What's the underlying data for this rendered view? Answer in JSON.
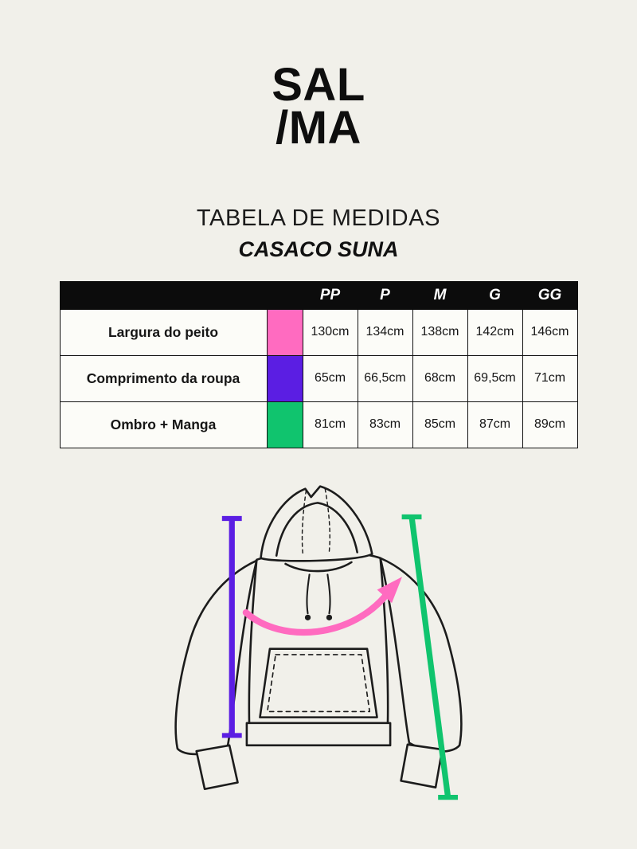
{
  "page": {
    "background": "#F1F0EA"
  },
  "logo": {
    "line1": "SAL",
    "line2": "/MA"
  },
  "chart_data": {
    "type": "table",
    "title": "TABELA DE MEDIDAS",
    "subtitle": "CASACO SUNA",
    "columns": [
      "PP",
      "P",
      "M",
      "G",
      "GG"
    ],
    "rows": [
      {
        "label": "Largura do peito",
        "swatch_color": "#FF6BC0",
        "values": [
          "130cm",
          "134cm",
          "138cm",
          "142cm",
          "146cm"
        ]
      },
      {
        "label": "Comprimento da roupa",
        "swatch_color": "#5B1EE3",
        "values": [
          "65cm",
          "66,5cm",
          "68cm",
          "69,5cm",
          "71cm"
        ]
      },
      {
        "label": "Ombro + Manga",
        "swatch_color": "#10C46E",
        "values": [
          "81cm",
          "83cm",
          "85cm",
          "87cm",
          "89cm"
        ]
      }
    ]
  },
  "diagram": {
    "lines": [
      {
        "name": "comprimento-da-roupa-line",
        "color": "#5B1EE3"
      },
      {
        "name": "largura-do-peito-line",
        "color": "#FF6BC0"
      },
      {
        "name": "ombro-mais-manga-line",
        "color": "#10C46E"
      }
    ]
  }
}
